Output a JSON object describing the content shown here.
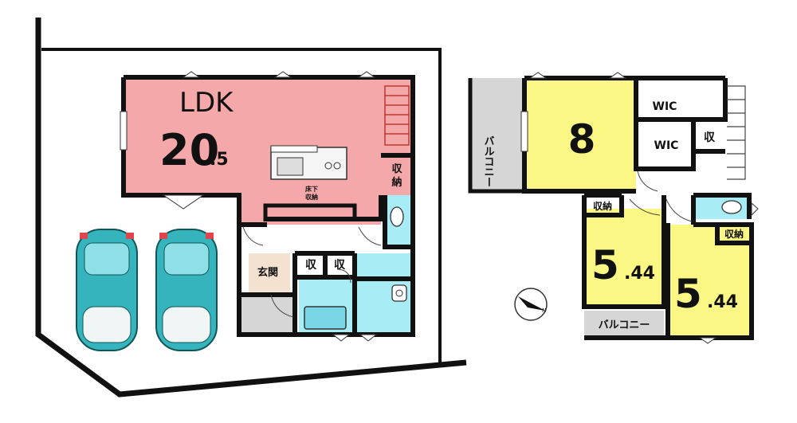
{
  "floor1": {
    "ldk_label": "LDK",
    "ldk_size_main": "20",
    "ldk_size_decimal": ".5",
    "underfloor_storage": [
      "床下",
      "収納"
    ],
    "storage_ldk": [
      "収",
      "納"
    ],
    "entrance": "玄関",
    "storage_a": "収",
    "storage_b": "収"
  },
  "floor2": {
    "balcony_west": "バルコニー",
    "room_a_size": "8",
    "wic_1": "WIC",
    "wic_2": "WIC",
    "storage_small": "収",
    "storage_room_b": "収納",
    "room_b_size_main": "5",
    "room_b_size_decimal": ".44",
    "balcony_south": "バルコニー",
    "storage_room_c": "収納",
    "room_c_size_main": "5",
    "room_c_size_decimal": ".44"
  },
  "colors": {
    "ldk": "#f5a8aa",
    "bedroom": "#fbf784",
    "water": "#a8ecf6",
    "balcony": "#d6d6d6",
    "entrance_floor": "#f3e2d0",
    "car": "#35b4bd",
    "wall": "#111111"
  }
}
